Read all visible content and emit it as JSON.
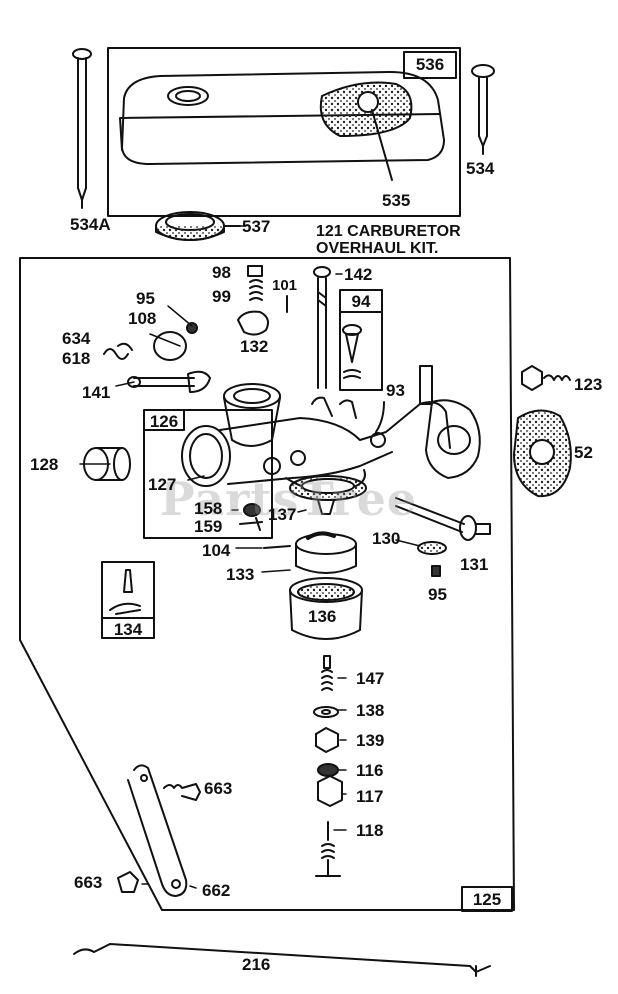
{
  "watermark": "PartsTree",
  "note": {
    "line1": "121 CARBURETOR",
    "line2": "OVERHAUL KIT."
  },
  "boxes": {
    "b536": "536",
    "b94": "94",
    "b126": "126",
    "b134": "134",
    "b125": "125"
  },
  "labels": {
    "p534a": "534A",
    "p537": "537",
    "p535": "535",
    "p534": "534",
    "p98": "98",
    "p99": "99",
    "p101": "101",
    "p142": "142",
    "p132": "132",
    "p95a": "95",
    "p108": "108",
    "p634": "634",
    "p618": "618",
    "p141": "141",
    "p93": "93",
    "p123": "123",
    "p52": "52",
    "p128": "128",
    "p127": "127",
    "p158": "158",
    "p159": "159",
    "p137": "137",
    "p104": "104",
    "p130": "130",
    "p131": "131",
    "p95b": "95",
    "p133": "133",
    "p136": "136",
    "p147": "147",
    "p138": "138",
    "p139": "139",
    "p116": "116",
    "p117": "117",
    "p118": "118",
    "p663a": "663",
    "p663b": "663",
    "p662": "662",
    "p216": "216"
  }
}
